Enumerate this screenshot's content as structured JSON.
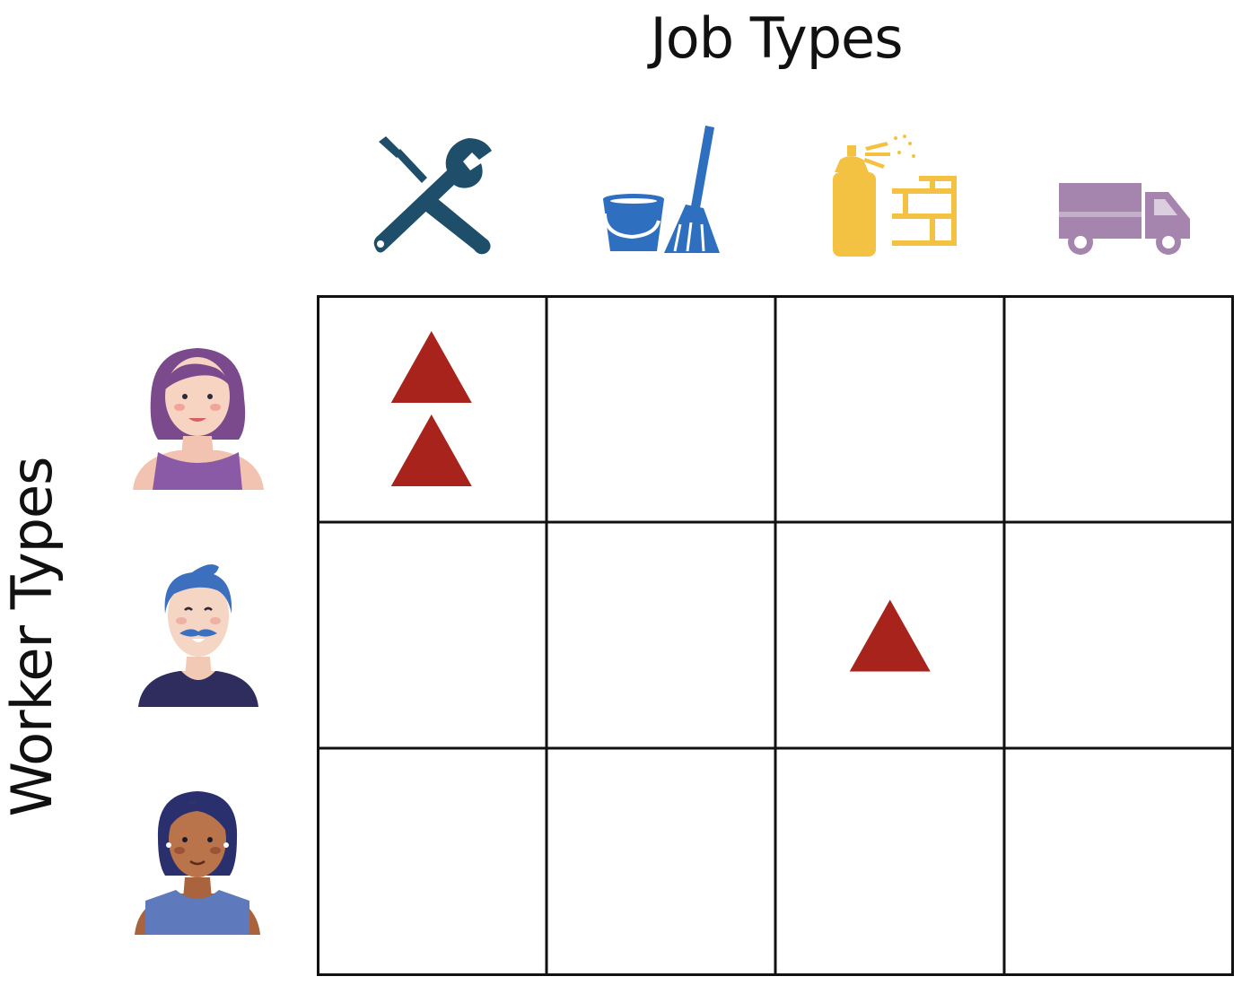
{
  "title": "Job Types",
  "y_title": "Worker Types",
  "job_types": [
    {
      "icon": "tools-icon",
      "color": "#1f4e6b"
    },
    {
      "icon": "cleaning-icon",
      "color": "#2f6fbf"
    },
    {
      "icon": "painting-bricks-icon",
      "color": "#f4c242"
    },
    {
      "icon": "truck-icon",
      "color": "#a584ad"
    }
  ],
  "worker_types": [
    {
      "icon": "woman-purple-avatar-icon"
    },
    {
      "icon": "man-mustache-avatar-icon"
    },
    {
      "icon": "woman-dark-avatar-icon"
    }
  ],
  "marker": {
    "shape": "triangle",
    "color": "#a8231c"
  },
  "assignments": [
    {
      "worker": 0,
      "job": 0,
      "count": 2
    },
    {
      "worker": 1,
      "job": 2,
      "count": 1
    }
  ]
}
